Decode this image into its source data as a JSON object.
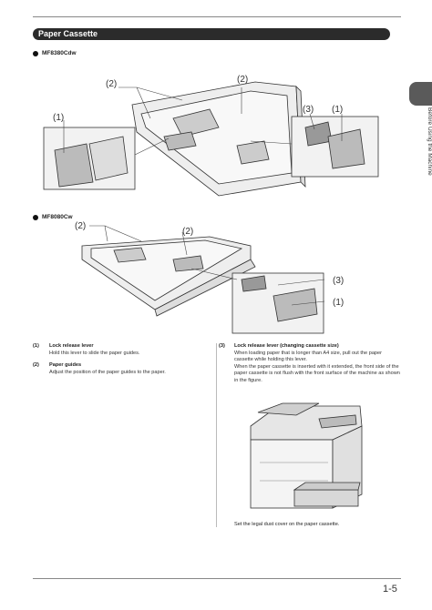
{
  "section": {
    "title": "Paper Cassette"
  },
  "side_tab": {
    "label": "Before Using the Machine"
  },
  "models": [
    {
      "name": "MF8380Cdw"
    },
    {
      "name": "MF8080Cw"
    }
  ],
  "figure1": {
    "callouts": [
      "(2)",
      "(2)",
      "(1)",
      "(3)",
      "(1)"
    ]
  },
  "figure2": {
    "callouts": [
      "(2)",
      "(2)",
      "(3)",
      "(1)"
    ]
  },
  "descriptions": {
    "item1": {
      "num": "(1)",
      "title": "Lock release lever",
      "text": "Hold this lever to slide the paper guides."
    },
    "item2": {
      "num": "(2)",
      "title": "Paper guides",
      "text": "Adjust the position of the paper guides to the paper."
    },
    "item3": {
      "num": "(3)",
      "title": "Lock release lever (changing cassette size)",
      "text1": "When loading paper that is longer than A4 size, pull out the paper cassette while holding this lever.",
      "text2": "When the paper cassette is inserted with it extended, the front side of the paper cassette is not flush with the front surface of the machine as shown in the figure.",
      "note": "Set the legal dust cover on the paper cassette."
    }
  },
  "page_number": "1-5"
}
